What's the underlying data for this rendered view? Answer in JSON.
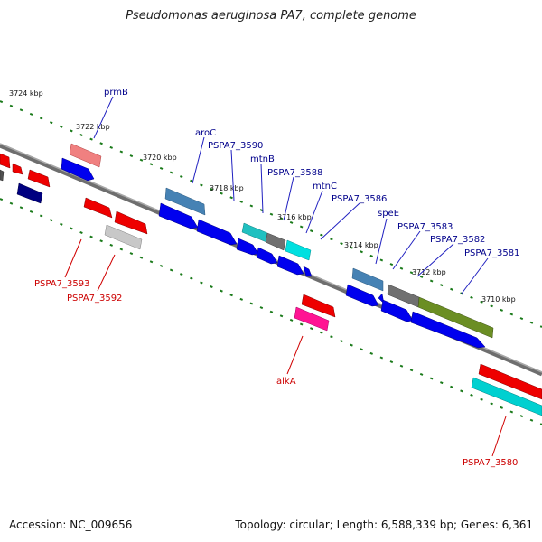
{
  "title": "Pseudomonas aeruginosa PA7, complete genome",
  "accession": "Accession: NC_009656",
  "footer_info": "Topology: circular; Length: 6,588,339 bp; Genes: 6,361",
  "ticks": [
    {
      "label": "3724 kbp"
    },
    {
      "label": "3722 kbp"
    },
    {
      "label": "3720 kbp"
    },
    {
      "label": "3718 kbp"
    },
    {
      "label": "3716 kbp"
    },
    {
      "label": "3714 kbp"
    },
    {
      "label": "3712 kbp"
    },
    {
      "label": "3710 kbp"
    }
  ],
  "gene_labels_top": [
    {
      "text": "prmB",
      "color": "#00008b"
    },
    {
      "text": "aroC",
      "color": "#00008b"
    },
    {
      "text": "PSPA7_3590",
      "color": "#00008b"
    },
    {
      "text": "mtnB",
      "color": "#00008b"
    },
    {
      "text": "PSPA7_3588",
      "color": "#00008b"
    },
    {
      "text": "mtnC",
      "color": "#00008b"
    },
    {
      "text": "PSPA7_3586",
      "color": "#00008b"
    },
    {
      "text": "speE",
      "color": "#00008b"
    },
    {
      "text": "PSPA7_3583",
      "color": "#00008b"
    },
    {
      "text": "PSPA7_3582",
      "color": "#00008b"
    },
    {
      "text": "PSPA7_3581",
      "color": "#00008b"
    }
  ],
  "gene_labels_bottom": [
    {
      "text": "PSPA7_3593",
      "color": "#cc0000"
    },
    {
      "text": "PSPA7_3592",
      "color": "#cc0000"
    },
    {
      "text": "alkA",
      "color": "#cc0000"
    },
    {
      "text": "PSPA7_3580",
      "color": "#cc0000"
    }
  ],
  "colors": {
    "backbone": "#808080",
    "forward_strand": "#0000ee",
    "reverse_strand": "#ee0000",
    "tick_marks": "#1a7a1a"
  }
}
